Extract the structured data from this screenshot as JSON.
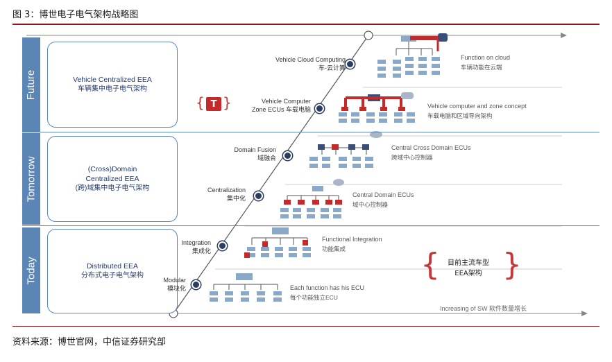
{
  "figure_title": "图 3：博世电子电气架构战略图",
  "source": "资料来源：博世官网，中信证券研究部",
  "colors": {
    "band_blue": "#5b85b4",
    "accent_red": "#c42a2a",
    "dark_navy": "#2b3d63",
    "rule_red": "#8b1a1a"
  },
  "bands": [
    {
      "label": "Future",
      "title_en": "Vehicle Centralized EEA",
      "title_cn": "车辆集中电子电气架构"
    },
    {
      "label": "Tomorrow",
      "title_en_1": "(Cross)Domain",
      "title_en_2": "Centralized EEA",
      "title_cn": "(跨)域集中电子电气架构"
    },
    {
      "label": "Today",
      "title_en": "Distributed EEA",
      "title_cn": "分布式电子电气架构"
    }
  ],
  "stages": [
    {
      "en": "Vehicle Cloud Computing",
      "cn": "车-云计算",
      "desc_en": "Function on cloud",
      "desc_cn": "车辆功能在云端"
    },
    {
      "en": "Vehicle Computer",
      "cn": "Zone ECUs 车载电脑",
      "desc_en": "Vehicle computer and zone concept",
      "desc_cn": "车载电脑和区域导向架构"
    },
    {
      "en": "Domain Fusion",
      "cn": "域融合",
      "desc_en": "Central Cross Domain ECUs",
      "desc_cn": "跨域中心控制器"
    },
    {
      "en": "Centralization",
      "cn": "集中化",
      "desc_en": "Central Domain ECUs",
      "desc_cn": "域中心控制器"
    },
    {
      "en": "Integration",
      "cn": "集成化",
      "desc_en": "Functional Integration",
      "desc_cn": "功能集成"
    },
    {
      "en": "Modular",
      "cn": "模块化",
      "desc_en": "Each function has his ECU",
      "desc_cn": "每个功能独立ECU"
    }
  ],
  "mainstream": {
    "line1": "目前主流车型",
    "line2": "EEA架构"
  },
  "tesla_logo": "T",
  "x_axis_caption": "Increasing of SW 软件数量增长",
  "icons": {
    "cloud": "cloud-icon",
    "wifi": "wireless-signal-icon",
    "tesla": "tesla-logo-icon"
  }
}
